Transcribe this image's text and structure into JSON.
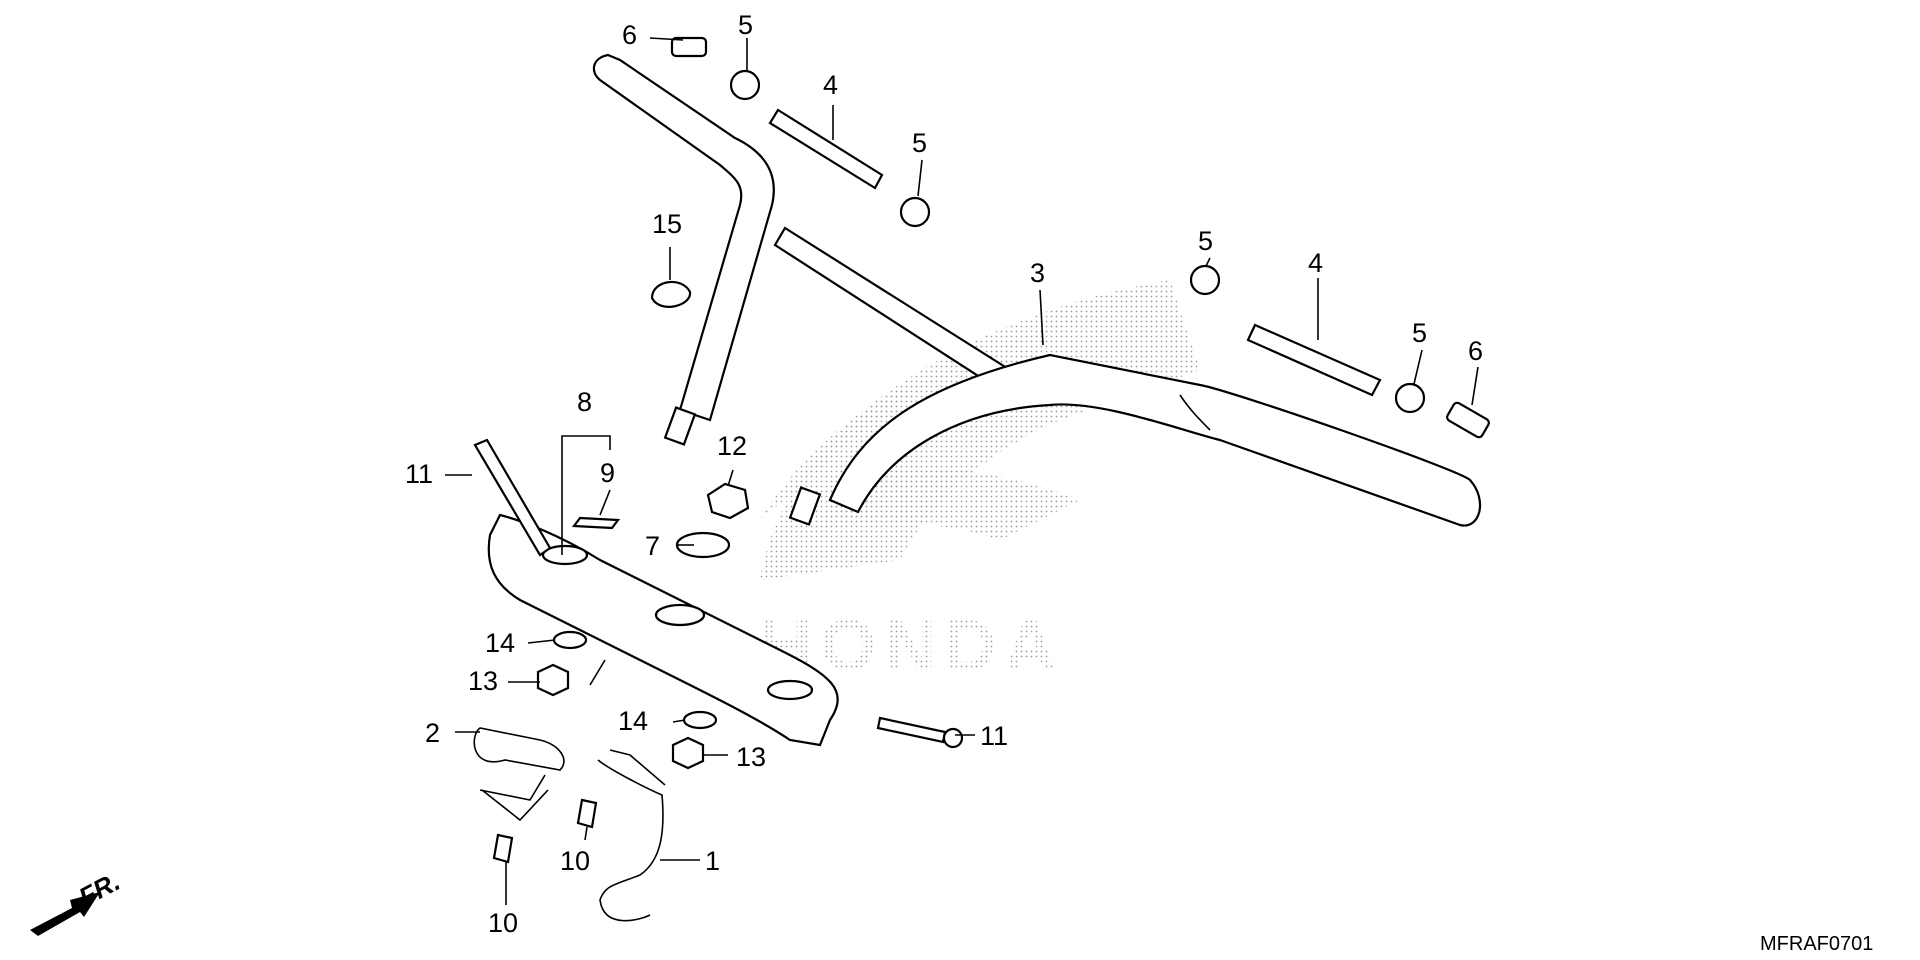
{
  "diagram": {
    "code": "MFRAF0701",
    "front_label": "FR.",
    "watermark": "HONDA",
    "callouts": {
      "c1": "1",
      "c2": "2",
      "c3": "3",
      "c4a": "4",
      "c4b": "4",
      "c5a": "5",
      "c5b": "5",
      "c5c": "5",
      "c5d": "5",
      "c6a": "6",
      "c6b": "6",
      "c7": "7",
      "c8": "8",
      "c9": "9",
      "c10a": "10",
      "c10b": "10",
      "c11a": "11",
      "c11b": "11",
      "c12": "12",
      "c13a": "13",
      "c13b": "13",
      "c14a": "14",
      "c14b": "14",
      "c15": "15"
    }
  }
}
